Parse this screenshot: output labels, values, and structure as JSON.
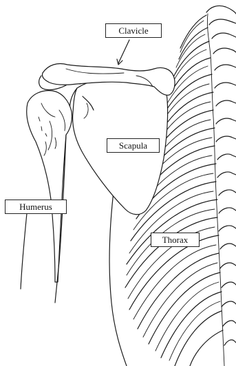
{
  "labels": {
    "clavicle": "Clavicle",
    "scapula": "Scapula",
    "humerus": "Humerus",
    "thorax": "Thorax"
  }
}
